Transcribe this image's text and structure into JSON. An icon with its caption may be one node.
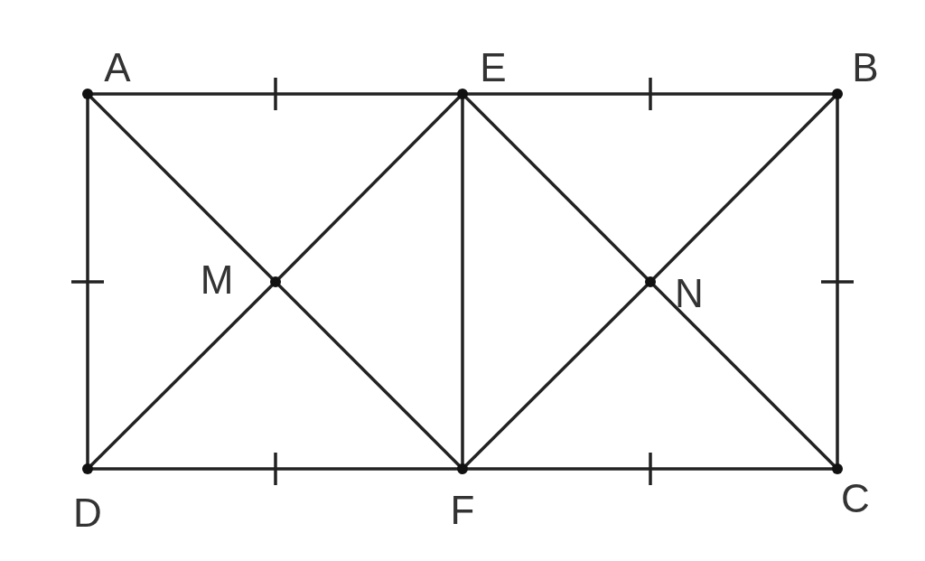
{
  "diagram": {
    "nodes": [
      {
        "text": [
          "A"
        ]
      },
      {
        "text": [
          "E"
        ]
      },
      {
        "text": [
          "B"
        ]
      },
      {
        "text": [
          "M"
        ]
      },
      {
        "text": [
          "N"
        ]
      },
      {
        "text": [
          "D"
        ]
      },
      {
        "text": [
          "F"
        ]
      },
      {
        "text": [
          "C"
        ]
      }
    ],
    "edges": [
      {
        "from": 0,
        "to": 1,
        "arrow": "none"
      },
      {
        "from": 1,
        "to": 2,
        "arrow": "none"
      },
      {
        "from": 0,
        "to": 5,
        "arrow": "none"
      },
      {
        "from": 2,
        "to": 7,
        "arrow": "none"
      },
      {
        "from": 5,
        "to": 6,
        "arrow": "none"
      },
      {
        "from": 6,
        "to": 7,
        "arrow": "none"
      },
      {
        "from": 1,
        "to": 6,
        "arrow": "none"
      },
      {
        "from": 0,
        "to": 3,
        "arrow": "none"
      },
      {
        "from": 3,
        "to": 6,
        "arrow": "none"
      },
      {
        "from": 5,
        "to": 3,
        "arrow": "none"
      },
      {
        "from": 3,
        "to": 1,
        "arrow": "none"
      },
      {
        "from": 1,
        "to": 4,
        "arrow": "none"
      },
      {
        "from": 4,
        "to": 7,
        "arrow": "none"
      },
      {
        "from": 6,
        "to": 4,
        "arrow": "none"
      },
      {
        "from": 4,
        "to": 2,
        "arrow": "none"
      }
    ]
  }
}
